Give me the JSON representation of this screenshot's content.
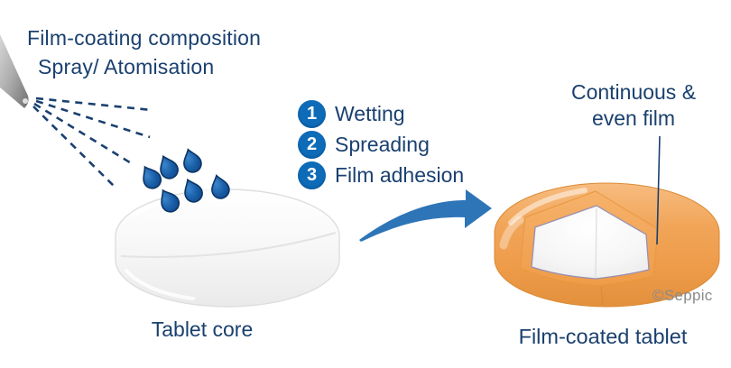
{
  "header": {
    "line1": "Film-coating composition",
    "line2": "Spray/ Atomisation"
  },
  "steps": [
    {
      "num": "1",
      "label": "Wetting"
    },
    {
      "num": "2",
      "label": "Spreading"
    },
    {
      "num": "3",
      "label": "Film adhesion"
    }
  ],
  "annotation": {
    "line1": "Continuous &",
    "line2": "even film"
  },
  "captions": {
    "tablet_core": "Tablet core",
    "film_coated": "Film-coated tablet"
  },
  "watermark": "©Seppic",
  "icons": {
    "nozzle": "spray-nozzle",
    "droplets": "spray-droplets",
    "arrow": "process-arrow"
  },
  "colors": {
    "text_navy": "#1a406f",
    "step_badge_blue": "#0d6bb7",
    "droplet_blue": "#1a5fa9",
    "arrow_blue": "#2e75b8",
    "film_orange": "#f0a255",
    "window_outline_purple": "#988fb2",
    "nozzle_gray": "#9a9a9a",
    "watermark_gray": "#8a8a8a"
  }
}
